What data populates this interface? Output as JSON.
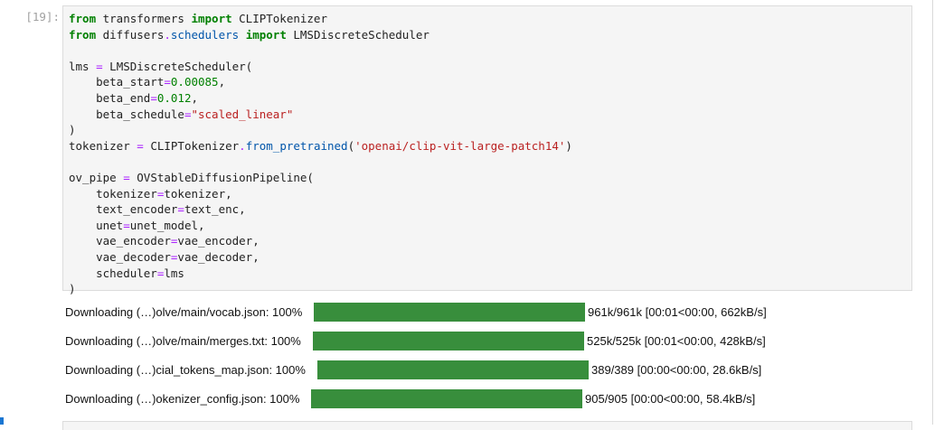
{
  "cell": {
    "prompt": "[19]:",
    "code_lines": [
      [
        {
          "t": "from",
          "c": "kw"
        },
        {
          "t": " transformers "
        },
        {
          "t": "import",
          "c": "kw"
        },
        {
          "t": " CLIPTokenizer"
        }
      ],
      [
        {
          "t": "from",
          "c": "kw"
        },
        {
          "t": " diffusers"
        },
        {
          "t": ".",
          "c": "op"
        },
        {
          "t": "schedulers",
          "c": "attr"
        },
        {
          "t": " "
        },
        {
          "t": "import",
          "c": "kw"
        },
        {
          "t": " LMSDiscreteScheduler"
        }
      ],
      [],
      [
        {
          "t": "lms "
        },
        {
          "t": "=",
          "c": "op"
        },
        {
          "t": " LMSDiscreteScheduler("
        }
      ],
      [
        {
          "t": "    beta_start"
        },
        {
          "t": "=",
          "c": "op"
        },
        {
          "t": "0.00085",
          "c": "num"
        },
        {
          "t": ","
        }
      ],
      [
        {
          "t": "    beta_end"
        },
        {
          "t": "=",
          "c": "op"
        },
        {
          "t": "0.012",
          "c": "num"
        },
        {
          "t": ","
        }
      ],
      [
        {
          "t": "    beta_schedule"
        },
        {
          "t": "=",
          "c": "op"
        },
        {
          "t": "\"scaled_linear\"",
          "c": "str"
        }
      ],
      [
        {
          "t": ")"
        }
      ],
      [
        {
          "t": "tokenizer "
        },
        {
          "t": "=",
          "c": "op"
        },
        {
          "t": " CLIPTokenizer"
        },
        {
          "t": ".",
          "c": "op"
        },
        {
          "t": "from_pretrained",
          "c": "attr"
        },
        {
          "t": "("
        },
        {
          "t": "'openai/clip-vit-large-patch14'",
          "c": "str"
        },
        {
          "t": ")"
        }
      ],
      [],
      [
        {
          "t": "ov_pipe "
        },
        {
          "t": "=",
          "c": "op"
        },
        {
          "t": " OVStableDiffusionPipeline("
        }
      ],
      [
        {
          "t": "    tokenizer"
        },
        {
          "t": "=",
          "c": "op"
        },
        {
          "t": "tokenizer,"
        }
      ],
      [
        {
          "t": "    text_encoder"
        },
        {
          "t": "=",
          "c": "op"
        },
        {
          "t": "text_enc,"
        }
      ],
      [
        {
          "t": "    unet"
        },
        {
          "t": "=",
          "c": "op"
        },
        {
          "t": "unet_model,"
        }
      ],
      [
        {
          "t": "    vae_encoder"
        },
        {
          "t": "=",
          "c": "op"
        },
        {
          "t": "vae_encoder,"
        }
      ],
      [
        {
          "t": "    vae_decoder"
        },
        {
          "t": "=",
          "c": "op"
        },
        {
          "t": "vae_decoder,"
        }
      ],
      [
        {
          "t": "    scheduler"
        },
        {
          "t": "=",
          "c": "op"
        },
        {
          "t": "lms"
        }
      ],
      [
        {
          "t": ")"
        }
      ]
    ]
  },
  "downloads": [
    {
      "label": "Downloading (…)olve/main/vocab.json: 100%",
      "progress": 1.0,
      "stats": "961k/961k [00:01<00:00, 662kB/s]"
    },
    {
      "label": "Downloading (…)olve/main/merges.txt: 100%",
      "progress": 1.0,
      "stats": "525k/525k [00:01<00:00, 428kB/s]"
    },
    {
      "label": "Downloading (…)cial_tokens_map.json: 100%",
      "progress": 1.0,
      "stats": "389/389 [00:00<00:00, 28.6kB/s]"
    },
    {
      "label": "Downloading (…)okenizer_config.json: 100%",
      "progress": 1.0,
      "stats": "905/905 [00:00<00:00, 58.4kB/s]"
    }
  ],
  "colors": {
    "progress_fill": "#388e3c",
    "keyword": "#008000",
    "operator": "#aa22ff",
    "string": "#ba2121",
    "attribute": "#0055aa"
  }
}
